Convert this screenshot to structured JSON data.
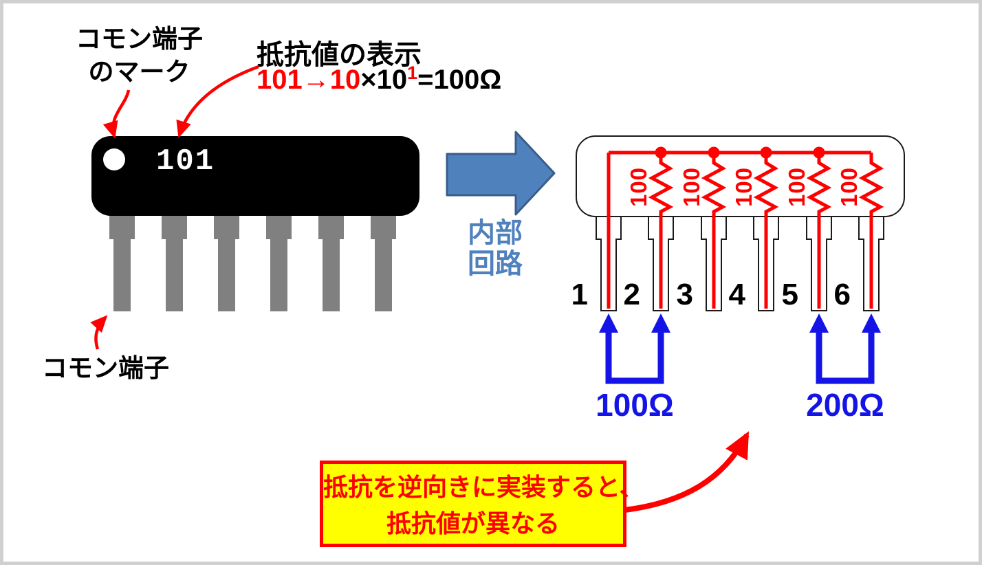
{
  "colors": {
    "red": "#FF0000",
    "blue": "#1414E6",
    "steel_blue": "#4F81BD",
    "steel_blue_dark": "#385D8A",
    "pin_gray": "#808080",
    "callout_yellow": "#FFFF00"
  },
  "left_panel": {
    "common_mark_label": {
      "line1": "コモン端子",
      "line2": "のマーク"
    },
    "value_display": {
      "title": "抵抗値の表示",
      "formula_red_part": "101→10",
      "formula_black_part": "×10",
      "formula_exponent": "1",
      "formula_result": "=100Ω"
    },
    "component": {
      "marking": "101"
    },
    "common_terminal_label": "コモン端子"
  },
  "center": {
    "internal_circuit_label": {
      "line1": "内部",
      "line2": "回路"
    }
  },
  "circuit": {
    "pins": [
      {
        "number": "1"
      },
      {
        "number": "2"
      },
      {
        "number": "3"
      },
      {
        "number": "4"
      },
      {
        "number": "5"
      },
      {
        "number": "6"
      }
    ],
    "resistors": [
      {
        "value": "100"
      },
      {
        "value": "100"
      },
      {
        "value": "100"
      },
      {
        "value": "100"
      },
      {
        "value": "100"
      }
    ],
    "measurements": [
      {
        "label": "100Ω"
      },
      {
        "label": "200Ω"
      }
    ]
  },
  "callout": {
    "line1": "抵抗を逆向きに実装すると、",
    "line2": "抵抗値が異なる"
  }
}
